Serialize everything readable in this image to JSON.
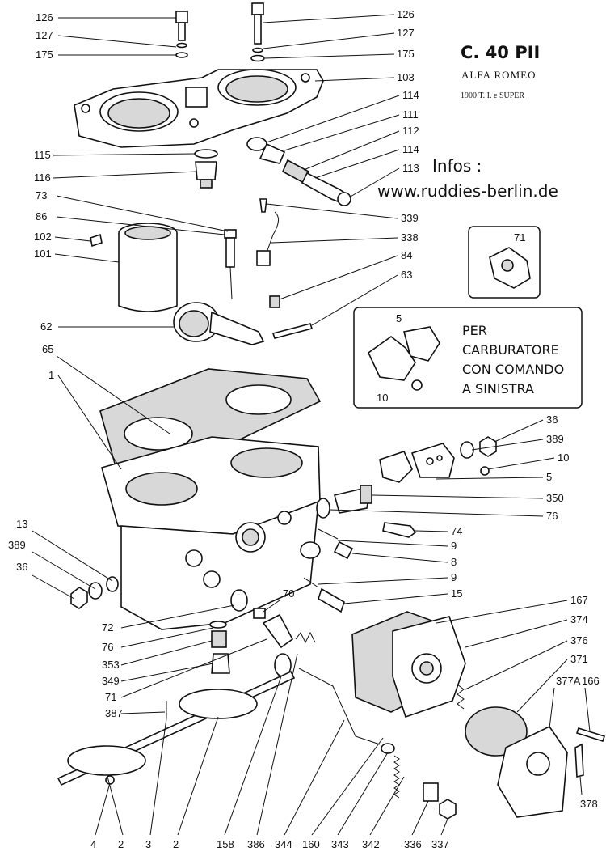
{
  "title": {
    "model": "C. 40 PII",
    "make": "ALFA ROMEO",
    "variant": "1900 T. I. e SUPER"
  },
  "info": {
    "heading": "Infos :",
    "url": "www.ruddies-berlin.de"
  },
  "inset_left_carb": {
    "lines": [
      "PER",
      "CARBURATORE",
      "CON COMANDO",
      "A SINISTRA"
    ]
  },
  "callouts": [
    "126",
    "127",
    "175",
    "126",
    "127",
    "175",
    "103",
    "114",
    "111",
    "112",
    "114",
    "113",
    "115",
    "116",
    "73",
    "86",
    "339",
    "338",
    "102",
    "101",
    "84",
    "63",
    "62",
    "65",
    "1",
    "36",
    "389",
    "10",
    "5",
    "350",
    "76",
    "74",
    "9",
    "8",
    "9",
    "15",
    "13",
    "389",
    "36",
    "70",
    "167",
    "374",
    "72",
    "76",
    "353",
    "349",
    "376",
    "371",
    "377A",
    "166",
    "71",
    "387",
    "378",
    "4",
    "2",
    "3",
    "2",
    "158",
    "386",
    "344",
    "160",
    "343",
    "342",
    "336",
    "337"
  ],
  "inset_71_label": "71",
  "inset_left_labels": [
    "5",
    "10"
  ]
}
